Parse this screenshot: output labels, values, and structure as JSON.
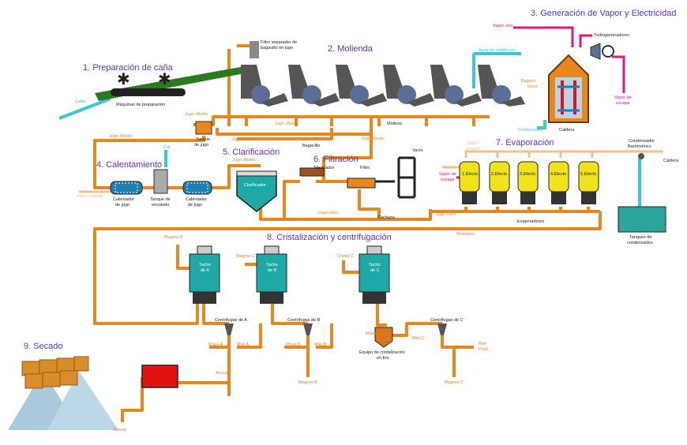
{
  "colors": {
    "pipe": "#e8871e",
    "pipe_light": "#f3c08d",
    "water": "#3cc7d6",
    "steam": "#e2167e",
    "title": "#5b2fd8",
    "teal_vessel": "#1fa9a6",
    "yellow_vessel": "#f0e31c",
    "red_box": "#e31212",
    "blue_tank": "#1e7fb0",
    "green_tank": "#2aa59b",
    "dark": "#222222",
    "crusher": "#5b6e96",
    "cane": "#2a7a1e",
    "sugar_pile": "#a9c9dc"
  },
  "sections": {
    "s1": "1. Preparación de caña",
    "s2": "2. Molienda",
    "s3": "3. Generación de Vapor y Electricidad",
    "s4": "4. Calentamiento",
    "s5": "5. Clarificación",
    "s6": "6. Filtración",
    "s7": "7. Evaporación",
    "s8": "8. Cristalización y centrifugación",
    "s9": "9. Secado"
  },
  "labels": {
    "cana": "Caña",
    "maquinas": "Máquinas de preparación",
    "filtro_sep_1": "Filtro separador de",
    "filtro_sep_2": "bagacillo en jugo",
    "molinos": "Molinos",
    "jugo_diluido_1": "Jugo diluido",
    "jugo_diluido_2": "Jugo diluido",
    "jugo_diluido_3": "Jugo diluido",
    "jugo_diluido_4": "Jugo diluido",
    "jugo_diluido_5": "Jugo diluido",
    "jugo_filtrado": "Jugo filtrado",
    "tanque_jugo_1": "Tanque",
    "tanque_jugo_2": "de jugo",
    "bagazo_1": "Bagazo",
    "bagazo_2": "Seco",
    "caldera": "Caldera",
    "turbogeneradores": "Turbogeneradores",
    "vapor_vivo": "Vapor vivo",
    "vapor_escape_1": "Vapor de",
    "vapor_escape_2": "escape",
    "condensado": "Condensado",
    "agua_imbibicion": "Agua de imbibición",
    "cal": "Cal",
    "vapor_vegetal_heater": "Vapor vegetal",
    "calentador_a_1": "Calentador",
    "calentador_a_2": "de jugo",
    "tanque_encalado_1": "Tanque de",
    "tanque_encalado_2": "encalado",
    "calentador_b_1": "Calentador",
    "calentador_b_2": "de jugo",
    "clarificador": "Clarificador",
    "bagacillo": "Bagacillo",
    "mezclador": "Mezclador",
    "filtro": "Filtro",
    "vacio": "Vacío",
    "cachaza": "Cachaza",
    "jugo_claro_1": "Jugo claro",
    "jugo_claro_2": "Jugo claro",
    "vapor_vegetal_evap_1": "Vapor",
    "vapor_vegetal_evap_2": "vegetal",
    "vapor_escape_evap_1": "Vapor de",
    "vapor_escape_evap_2": "escape",
    "efectos": [
      "1.Efecto",
      "2.Efecto",
      "3.Efecto",
      "4.Efecto",
      "5.Efecto"
    ],
    "evaporadores": "Evaporadores",
    "condensador_1": "Condensador",
    "condensador_2": "Barométrico",
    "caldera_right": "Caldera",
    "tanques_cond_1": "Tanques de",
    "tanques_cond_2": "condensados",
    "meladura": "Meladura",
    "magma_b": "Magma B",
    "magma_c": "Magma C",
    "cristal_c": "Cristal C",
    "techo_a_1": "Tacho",
    "techo_a_2": "de A",
    "techo_b_1": "Tacho",
    "techo_b_2": "de B",
    "techo_c_1": "Tacho",
    "techo_c_2": "de C",
    "centrifugas_a": "Centrífugas de A",
    "centrifugas_b": "Centrífugas de B",
    "centrifugas_c": "Centrífugas de C",
    "masa_a": "Masa A",
    "miel_a": "Miel A",
    "masa_b": "Masa B",
    "miel_b": "Miel B",
    "masa_c": "Masa C",
    "miel_c": "Miel C",
    "miel_final_1": "Miel",
    "miel_final_2": "Final",
    "equipo_1": "Equipo de cristalización",
    "equipo_2": "en frío",
    "magma_b_out": "Magma B",
    "magma_c_out": "Magma C",
    "azucar_1": "Azúcar",
    "azucar_2": "Azúcar"
  }
}
